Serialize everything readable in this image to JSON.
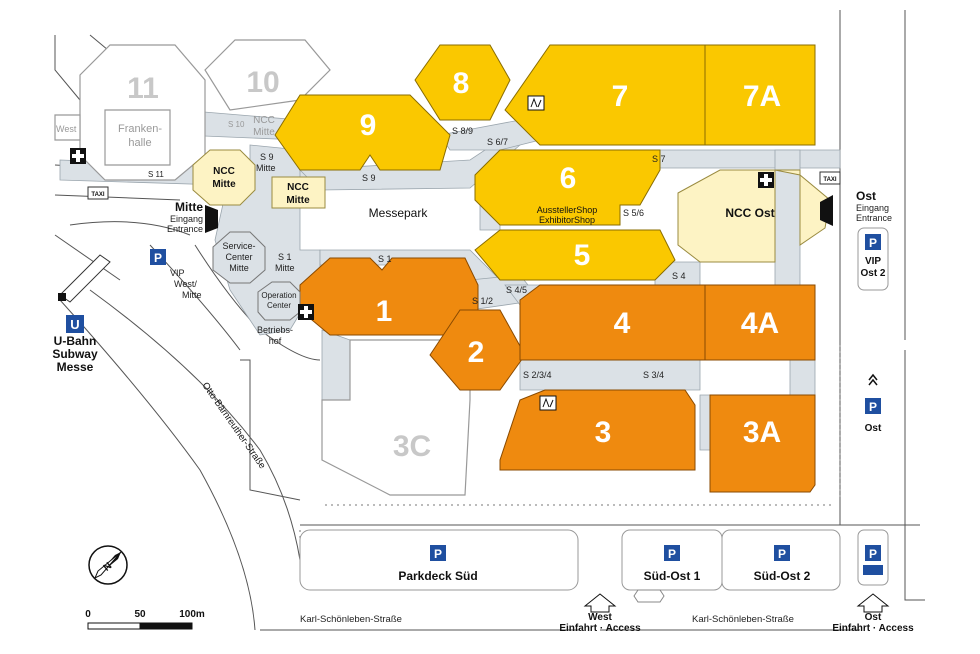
{
  "colors": {
    "yellow": "#fac800",
    "orange": "#ef8a0f",
    "cream": "#fdf3c4",
    "grey_hall": "#ffffff",
    "passage": "#dbe1e6",
    "line": "#444444",
    "blue": "#1f4fa0"
  },
  "halls": {
    "h11": "11",
    "h10": "10",
    "h9": "9",
    "h8": "8",
    "h7": "7",
    "h7a": "7A",
    "h6": "6",
    "h5": "5",
    "h1": "1",
    "h2": "2",
    "h4": "4",
    "h4a": "4A",
    "h3": "3",
    "h3a": "3A",
    "h3c": "3C"
  },
  "labels": {
    "frankenhalle_1": "Franken-",
    "frankenhalle_2": "halle",
    "west_cut": "West",
    "ncc_top_1": "NCC",
    "ncc_top_2": "Mitte",
    "ncc_mitte_1": "NCC",
    "ncc_mitte_2": "Mitte",
    "ncc_mitte_b1": "NCC",
    "ncc_mitte_b2": "Mitte",
    "ncc_ost": "NCC Ost",
    "messepark": "Messepark",
    "aussteller_1": "AusstellerShop",
    "aussteller_2": "ExhibitorShop",
    "service_1": "Service-",
    "service_2": "Center",
    "service_3": "Mitte",
    "operation_1": "Operation",
    "operation_2": "Center",
    "betriebs_1": "Betriebs-",
    "betriebs_2": "hof",
    "mitte_1": "Mitte",
    "mitte_2": "Eingang",
    "mitte_3": "Entrance",
    "ost_1": "Ost",
    "ost_2": "Eingang",
    "ost_3": "Entrance",
    "vip_ost_1": "VIP",
    "vip_ost_2": "Ost 2",
    "vip_west_1": "VIP",
    "vip_west_2": "West/",
    "vip_west_3": "Mitte",
    "ubahn_1": "U-Bahn",
    "ubahn_2": "Subway",
    "ubahn_3": "Messe",
    "ost_parking": "Ost",
    "parkdeck": "Parkdeck Süd",
    "sued_ost_1": "Süd-Ost 1",
    "sued_ost_2": "Süd-Ost 2",
    "west_access_1": "West",
    "west_access_2": "Einfahrt · Access",
    "ost_access_1": "Ost",
    "ost_access_2": "Einfahrt · Access",
    "street_karl_1": "Karl-Schönleben-Straße",
    "street_karl_2": "Karl-Schönleben-Straße",
    "street_otto": "Otto-Bärnreuther-Straße",
    "taxi_1": "TAXI",
    "taxi_2": "TAXI",
    "u_sign": "U",
    "p_sign": "P",
    "scale_0": "0",
    "scale_50": "50",
    "scale_100": "100m",
    "compass": "N"
  },
  "passages": {
    "s11": "S 11",
    "s10": "S 10",
    "s9_mitte_1": "S 9",
    "s9_mitte_2": "Mitte",
    "s9": "S 9",
    "s89": "S 8/9",
    "s67": "S 6/7",
    "s7": "S 7",
    "s56": "S 5/6",
    "s4": "S 4",
    "s1": "S 1",
    "s1_mitte_1": "S 1",
    "s1_mitte_2": "Mitte",
    "s45": "S 4/5",
    "s12": "S 1/2",
    "s234": "S 2/3/4",
    "s34": "S 3/4"
  }
}
